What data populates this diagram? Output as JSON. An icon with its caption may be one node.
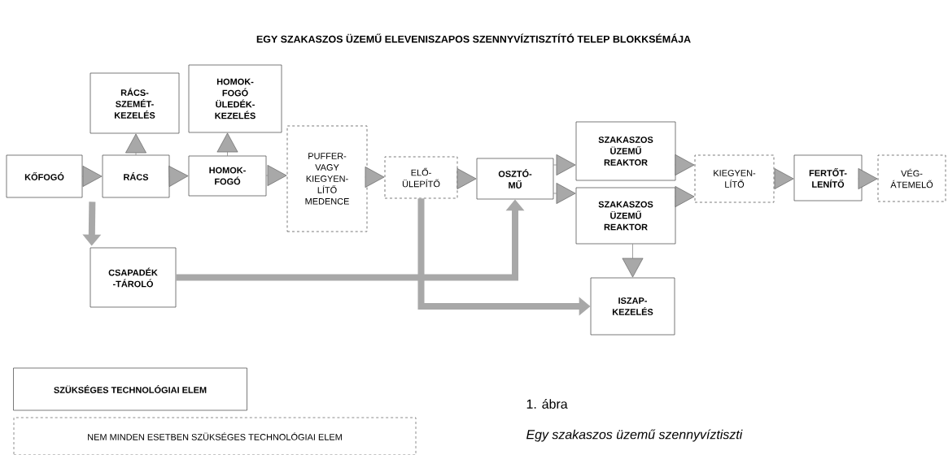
{
  "diagram": {
    "title": "EGY SZAKASZOS ÜZEMŰ ELEVENISZAPOS SZENNYVÍZTISZTÍTÓ TELEP BLOKKSÉMÁJA",
    "caption": "1. ábra",
    "nodes": [
      {
        "text": [
          "KŐFOGÓ"
        ]
      },
      {
        "text": [
          "RÁCS"
        ]
      },
      {
        "text": [
          "RÁCS- SZEMÉT- KEZELÉS"
        ]
      },
      {
        "text": [
          "HOMOK- FOGÓ ÜLEDÉK- KEZELÉS"
        ]
      },
      {
        "text": [
          "HOMOK- FOGÓ"
        ]
      },
      {
        "text": [
          "PUFFER- VAGY KIEGYEN- LÍTŐ MEDENCE"
        ]
      },
      {
        "text": [
          "ELŐ- ÜLEPÍTŐ"
        ]
      },
      {
        "text": [
          "OSZTÓ- MŰ"
        ]
      },
      {
        "text": [
          "SZAKASZOS ÜZEMŰ REAKTOR"
        ]
      },
      {
        "text": [
          "SZAKASZOS ÜZEMŰ REAKTOR"
        ]
      },
      {
        "text": [
          "KIEGYEN- LÍTŐ"
        ]
      },
      {
        "text": [
          "FERTŐT- LENÍTŐ"
        ]
      },
      {
        "text": [
          "VÉG- ÁTEMELŐ"
        ]
      },
      {
        "text": [
          "CSAPADÉK -TÁROLÓ"
        ]
      },
      {
        "text": [
          "ISZAP- KEZELÉS"
        ]
      }
    ],
    "edges": [
      {
        "from": 0,
        "to": 1,
        "arrow": "to"
      },
      {
        "from": 1,
        "to": 2,
        "arrow": "to"
      },
      {
        "from": 1,
        "to": 4,
        "arrow": "to"
      },
      {
        "from": 4,
        "to": 3,
        "arrow": "to"
      },
      {
        "from": 4,
        "to": 5,
        "arrow": "to"
      },
      {
        "from": 5,
        "to": 6,
        "arrow": "to"
      },
      {
        "from": 6,
        "to": 7,
        "arrow": "to"
      },
      {
        "from": 7,
        "to": 8,
        "arrow": "to"
      },
      {
        "from": 7,
        "to": 9,
        "arrow": "to"
      },
      {
        "from": 8,
        "to": 10,
        "arrow": "to"
      },
      {
        "from": 9,
        "to": 10,
        "arrow": "to"
      },
      {
        "from": 10,
        "to": 11,
        "arrow": "to"
      },
      {
        "from": 11,
        "to": 12,
        "arrow": "to"
      },
      {
        "from": 9,
        "to": 14,
        "arrow": "to"
      },
      {
        "from": 0,
        "to": 13,
        "arrow": "to",
        "style": "thick",
        "color": "#a8a8a8"
      },
      {
        "from": 13,
        "to": 7,
        "arrow": "to",
        "style": "thick",
        "color": "#a8a8a8"
      },
      {
        "from": 6,
        "to": 14,
        "arrow": "to",
        "style": "thick",
        "color": "#a8a8a8"
      }
    ],
    "labels": [
      "Egy szakaszos üzemű szennyvíztiszti"
    ],
    "legend": [
      {
        "text": "SZÜKSÉGES TECHNOLÓGIAI ELEM"
      },
      {
        "text": "NEM MINDEN ESETBEN SZÜKSÉGES TECHNOLÓGIAI ELEM"
      }
    ]
  }
}
